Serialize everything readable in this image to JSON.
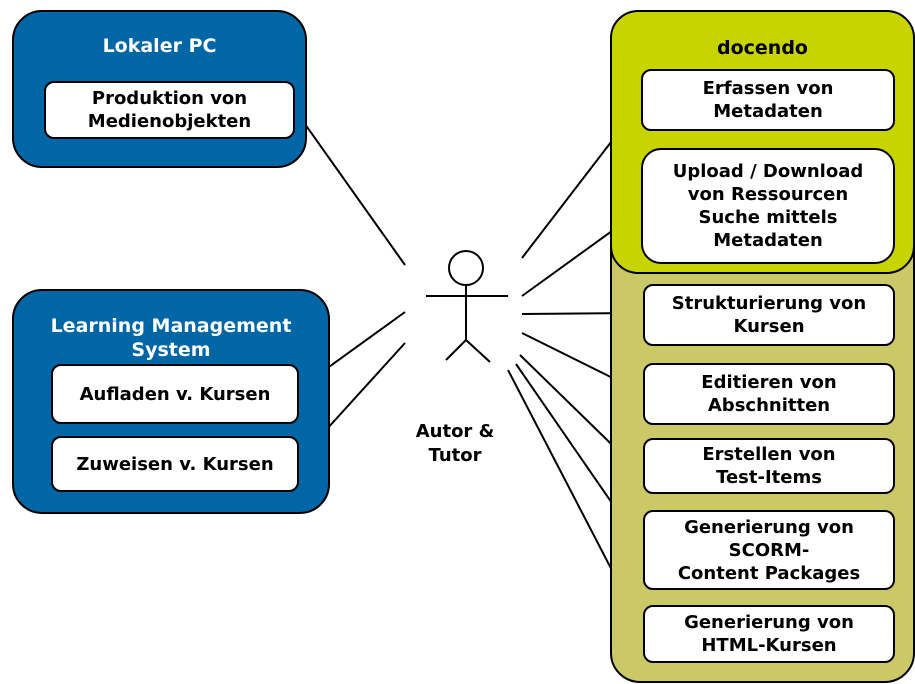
{
  "colors": {
    "lms_blue": "#0066a6",
    "docendo_olive": "#cbc967",
    "docendo_lime": "#c8d400",
    "box_fill": "#ffffff",
    "line": "#000000"
  },
  "actor": {
    "label": "Autor &\nTutor",
    "icon": "stick-figure-icon"
  },
  "lokaler_pc": {
    "title": "Lokaler PC",
    "items": [
      "Produktion von\nMedienobjekten"
    ]
  },
  "lms": {
    "title": "Learning Management\nSystem",
    "items": [
      "Aufladen v. Kursen",
      "Zuweisen v. Kursen"
    ]
  },
  "docendo": {
    "title": "docendo",
    "items": [
      "Erfassen von\nMetadaten",
      "Upload / Download\nvon Ressourcen\nSuche mittels\nMetadaten",
      "Strukturierung von\nKursen",
      "Editieren von\nAbschnitten",
      "Erstellen von\nTest-Items",
      "Generierung von\nSCORM-\nContent Packages",
      "Generierung von\nHTML-Kursen"
    ]
  }
}
